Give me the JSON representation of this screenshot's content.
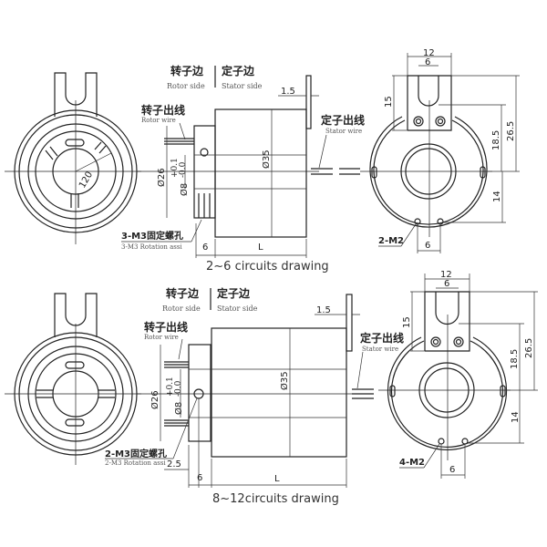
{
  "rotor_side_cn": "转子边",
  "rotor_side_en": "Rotor side",
  "stator_side_cn": "定子边",
  "stator_side_en": "Stator side",
  "rotor_wire_cn": "转子出线",
  "rotor_wire_en": "Rotor wire",
  "stator_wire_cn": "定子出线",
  "stator_wire_en": "Stator wire",
  "top": {
    "title": "2~6 circuits drawing",
    "screw_cn": "3-M3固定螺孔",
    "screw_en": "3-M3 Rotation assi",
    "angle": "120",
    "d26": "Ø26",
    "d8": "Ø8",
    "tol_plus": "+0.1",
    "tol_minus": "-0.0",
    "d35": "Ø35",
    "flange": "1.5",
    "len6": "6",
    "L": "L",
    "w12": "12",
    "w6": "6",
    "h15": "15",
    "h185": "18.5",
    "h265": "26.5",
    "h14": "14",
    "holes": "2-M2",
    "hole_sp": "6"
  },
  "bottom": {
    "title": "8~12circuits drawing",
    "screw_cn": "2-M3固定螺孔",
    "screw_en": "2-M3 Rotation assi",
    "d26": "Ø26",
    "d8": "Ø8",
    "tol_plus": "+0.1",
    "tol_minus": "-0.0",
    "d35": "Ø35",
    "flange": "1.5",
    "len25": "2.5",
    "len6": "6",
    "L": "L",
    "w12": "12",
    "w6": "6",
    "h15": "15",
    "h185": "18.5",
    "h265": "26.5",
    "h14": "14",
    "holes": "4-M2",
    "hole_sp": "6"
  }
}
